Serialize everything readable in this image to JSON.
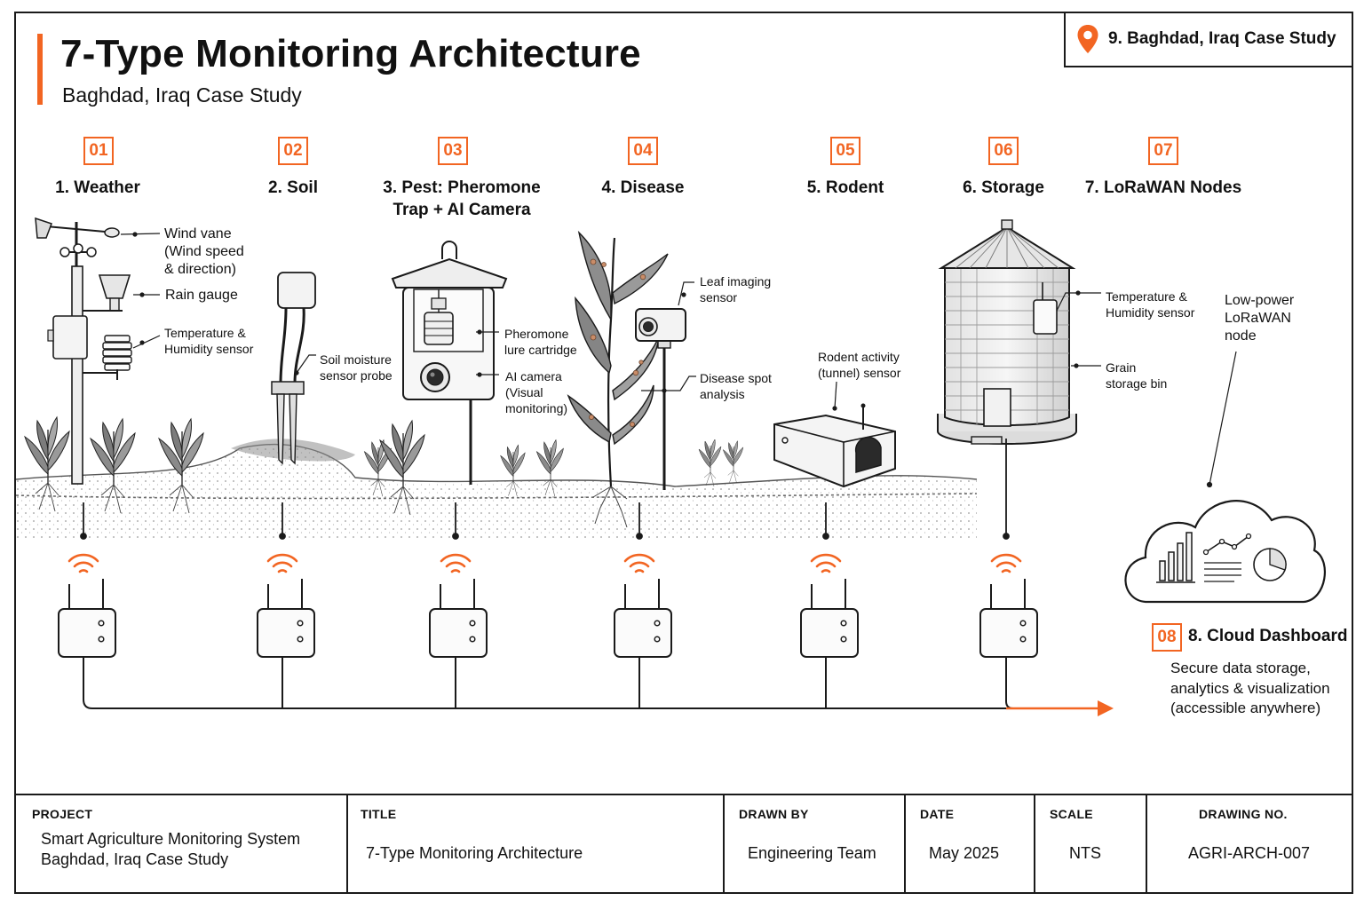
{
  "header": {
    "title": "7-Type Monitoring Architecture",
    "subtitle": "Baghdad, Iraq Case Study",
    "location_tag": "9. Baghdad, Iraq Case Study"
  },
  "icons": {
    "location": "location-pin-icon",
    "cloud": "cloud-icon",
    "gateway": "lorawan-gateway-icon",
    "signal": "wireless-signal-icon"
  },
  "colors": {
    "accent": "#f26522",
    "line": "#1a1a1a"
  },
  "categories": [
    {
      "num": "01",
      "title": "1. Weather"
    },
    {
      "num": "02",
      "title": "2. Soil"
    },
    {
      "num": "03",
      "title": "3. Pest: Pheromone",
      "title2": "Trap + AI Camera"
    },
    {
      "num": "04",
      "title": "4. Disease"
    },
    {
      "num": "05",
      "title": "5. Rodent"
    },
    {
      "num": "06",
      "title": "6. Storage"
    },
    {
      "num": "07",
      "title": "7. LoRaWAN Nodes"
    }
  ],
  "notes": {
    "wind_vane": [
      "Wind vane",
      "(Wind speed",
      "& direction)"
    ],
    "rain_gauge": [
      "Rain gauge"
    ],
    "weather_th": [
      "Temperature &",
      "Humidity sensor"
    ],
    "soil_probe": [
      "Soil moisture",
      "sensor probe"
    ],
    "pheromone": [
      "Pheromone",
      "lure cartridge"
    ],
    "ai_camera": [
      "AI camera",
      "(Visual",
      "monitoring)"
    ],
    "leaf_imaging": [
      "Leaf imaging",
      "sensor"
    ],
    "disease_spot": [
      "Disease spot",
      "analysis"
    ],
    "rodent": [
      "Rodent activity",
      "(tunnel) sensor"
    ],
    "storage_th": [
      "Temperature &",
      "Humidity sensor"
    ],
    "grain_bin": [
      "Grain",
      "storage bin"
    ],
    "lorawan": [
      "Low-power",
      "LoRaWAN",
      "node"
    ]
  },
  "cloud": {
    "num": "08",
    "title": "8. Cloud Dashboard",
    "desc": [
      "Secure data storage,",
      "analytics & visualization",
      "(accessible anywhere)"
    ]
  },
  "titleblock": {
    "project_head": "PROJECT",
    "project_val": [
      "Smart Agriculture Monitoring System",
      "Baghdad, Iraq Case Study"
    ],
    "title_head": "TITLE",
    "title_val": "7-Type Monitoring Architecture",
    "drawn_head": "DRAWN BY",
    "drawn_val": "Engineering Team",
    "date_head": "DATE",
    "date_val": "May 2025",
    "scale_head": "SCALE",
    "scale_val": "NTS",
    "dwg_head": "DRAWING NO.",
    "dwg_val": "AGRI-ARCH-007"
  }
}
